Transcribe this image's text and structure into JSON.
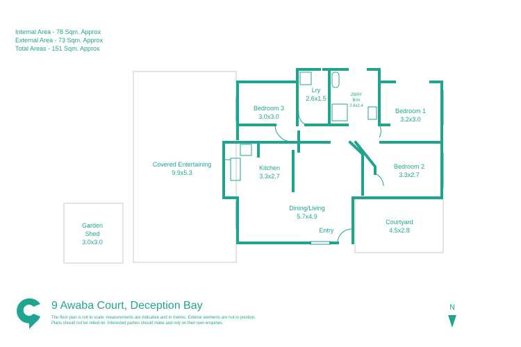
{
  "areas": {
    "internal": "Internal Area - 78 Sqm. Approx",
    "external": "External Area - 73 Sqm. Approx",
    "total": "Total Areas - 151 Sqm. Approx"
  },
  "rooms": {
    "covered_entertaining": {
      "name": "Covered Entertaining",
      "size": "9.9x5.3"
    },
    "garden_shed": {
      "name1": "Garden",
      "name2": "Shed",
      "size": "3.0x3.0"
    },
    "bedroom3": {
      "name": "Bedroom 3",
      "size": "3.0x3.0"
    },
    "laundry": {
      "name": "Lry",
      "size": "2.6x1.5"
    },
    "bathroom": {
      "name1": "2WAY",
      "name2": "Brm",
      "size": "2.6x2.4"
    },
    "bedroom1": {
      "name": "Bedroom 1",
      "size": "3.2x3.0"
    },
    "kitchen": {
      "name": "Kitchen",
      "size": "3.3x2.7"
    },
    "bedroom2": {
      "name": "Bedroom 2",
      "size": "3.3x2.7"
    },
    "dining_living": {
      "name": "Dining/Living",
      "size": "5.7x4.9"
    },
    "entry": {
      "name": "Entry"
    },
    "courtyard": {
      "name": "Courtyard",
      "size": "4.5x2.8"
    }
  },
  "footer": {
    "address": "9 Awaba Court, Deception Bay",
    "disclaimer1": "The floor plan is not to scale; measurements are indicative and in metres. Exterior elements are not in position.",
    "disclaimer2": "Plans should not be relied on. Interested parties should make and rely on their own enquiries."
  },
  "compass": {
    "label": "N"
  },
  "colors": {
    "wall": "#1fa58f",
    "thin": "#c9c9c9"
  }
}
